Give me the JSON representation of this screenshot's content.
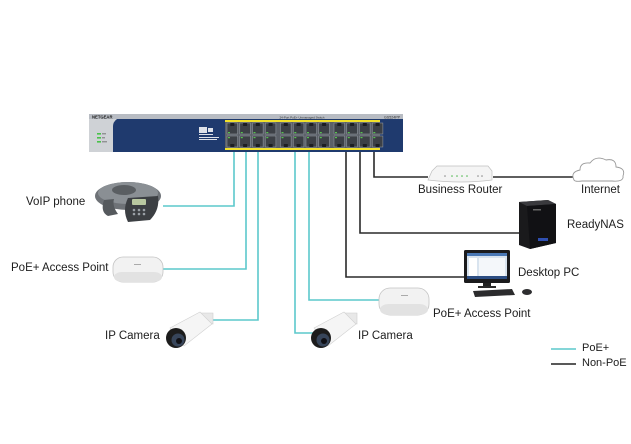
{
  "diagram": {
    "switch": {
      "brand": "NETGEAR",
      "model": "GS524PP",
      "top_label": "24-Port PoE+ Unmanaged Switch",
      "port_count": 24,
      "colors": {
        "body": "#1f3a6e",
        "panel": "#c9ccd1",
        "poe_strip": "#f2e22b",
        "port": "#3c4046"
      }
    },
    "devices": [
      {
        "id": "voip-phone",
        "label": "VoIP phone",
        "connection": "PoE+"
      },
      {
        "id": "access-point-left",
        "label": "PoE+ Access Point",
        "connection": "PoE+"
      },
      {
        "id": "ip-camera-left",
        "label": "IP Camera",
        "connection": "PoE+"
      },
      {
        "id": "ip-camera-center",
        "label": "IP Camera",
        "connection": "PoE+"
      },
      {
        "id": "access-point-center",
        "label": "PoE+ Access Point",
        "connection": "PoE+"
      },
      {
        "id": "desktop-pc",
        "label": "Desktop PC",
        "connection": "Non-PoE"
      },
      {
        "id": "readynas",
        "label": "ReadyNAS",
        "connection": "Non-PoE"
      },
      {
        "id": "business-router",
        "label": "Business Router",
        "connection": "Non-PoE"
      },
      {
        "id": "internet",
        "label": "Internet",
        "connection": "Non-PoE"
      }
    ],
    "legend": [
      {
        "label": "PoE+",
        "color": "#5bc8cc"
      },
      {
        "label": "Non-PoE",
        "color": "#222222"
      }
    ]
  }
}
